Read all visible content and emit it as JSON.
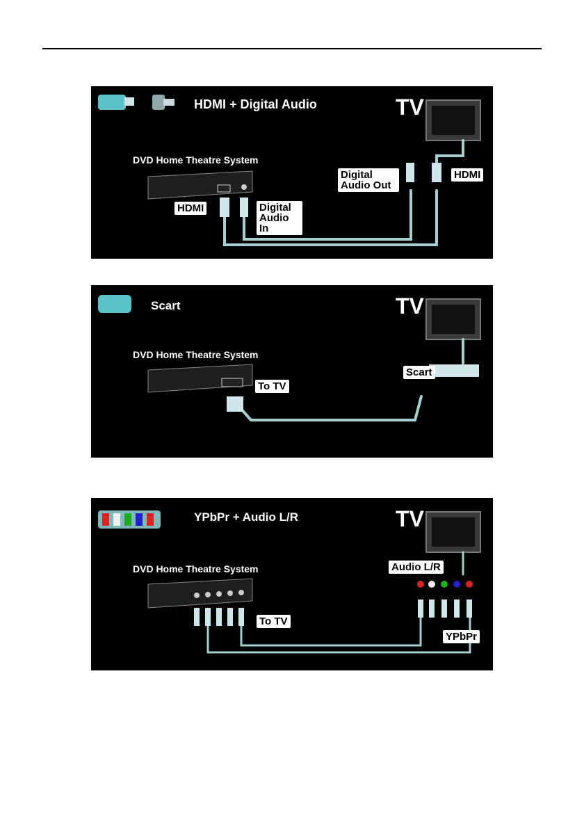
{
  "panels": [
    {
      "title": "HDMI + Digital Audio",
      "tv": "TV",
      "device": "DVD Home Theatre System",
      "labels": {
        "hdmi_device": "HDMI",
        "digital_audio_in_1": "Digital",
        "digital_audio_in_2": "Audio In",
        "digital_audio_out_1": "Digital",
        "digital_audio_out_2": "Audio Out",
        "hdmi_tv": "HDMI"
      }
    },
    {
      "title": "Scart",
      "tv": "TV",
      "device": "DVD Home Theatre System",
      "labels": {
        "to_tv": "To TV",
        "scart_tv": "Scart"
      }
    },
    {
      "title": "YPbPr + Audio L/R",
      "tv": "TV",
      "device": "DVD Home Theatre System",
      "labels": {
        "to_tv": "To TV",
        "audio_lr": "Audio L/R",
        "ypbpr": "YPbPr"
      }
    }
  ],
  "colors": {
    "panel_bg": "#000000",
    "cable": "#a6cfd0",
    "device": "#2a2a2a",
    "tv": "#3a3a3a"
  }
}
